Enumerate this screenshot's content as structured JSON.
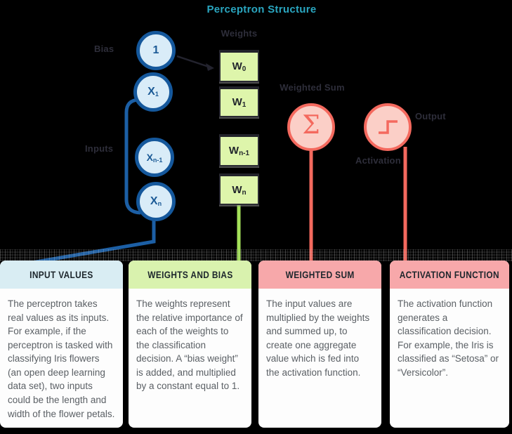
{
  "title": "Perceptron Structure",
  "colors": {
    "title": "#2aa6c0",
    "faded-label": "#2e2e3a",
    "node-fill": "#d9ecf8",
    "node-border": "#15589c",
    "node-text": "#1b5a96",
    "weight-fill": "#def5ab",
    "weight-border": "#2b2b33",
    "sum-fill": "#fbcfc7",
    "sum-border": "#f4695e",
    "blue-line": "#1c5fa5",
    "green-line": "#a5e25a",
    "red-line": "#f4695e",
    "card-blue": "#d9edf3",
    "card-green": "#d9f2ae",
    "card-pink": "#f7a8aa"
  },
  "diagram": {
    "labels": {
      "bias": "Bias",
      "inputs": "Inputs",
      "weights": "Weights",
      "weighted_sum": "Weighted Sum",
      "output": "Output",
      "activation": "Activation"
    },
    "input_nodes": [
      {
        "main": "1",
        "sub": ""
      },
      {
        "main": "X",
        "sub": "1"
      },
      {
        "main": "X",
        "sub": "n-1"
      },
      {
        "main": "X",
        "sub": "n"
      }
    ],
    "weight_boxes": [
      {
        "main": "W",
        "sub": "0"
      },
      {
        "main": "W",
        "sub": "1"
      },
      {
        "main": "W",
        "sub": "n-1"
      },
      {
        "main": "W",
        "sub": "n"
      }
    ],
    "sum_symbol": "Σ"
  },
  "cards": [
    {
      "title": "INPUT VALUES",
      "body": "The perceptron takes real values as its inputs. For example, if the perceptron is tasked with classifying Iris flowers (an open deep learning data set), two inputs could be the length and width of the flower petals."
    },
    {
      "title": "WEIGHTS AND BIAS",
      "body": "The weights represent the relative importance of each of the weights to the classification decision. A “bias weight” is added, and multiplied by a constant equal to 1."
    },
    {
      "title": "WEIGHTED SUM",
      "body": "The input values are multiplied by the weights and summed up, to create one aggregate value which is fed into the activation function."
    },
    {
      "title": "ACTIVATION FUNCTION",
      "body": "The activation function generates a classification decision. For example, the Iris is classified as “Setosa” or “Versicolor”."
    }
  ]
}
